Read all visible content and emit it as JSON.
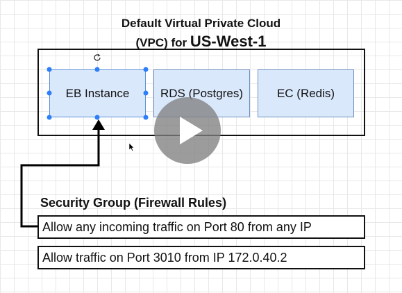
{
  "diagram": {
    "title_line1": "Default Virtual Private Cloud",
    "title_line2_prefix": "(VPC) for ",
    "title_line2_region": "US-West-1",
    "services": {
      "eb": "EB Instance",
      "rds": "RDS (Postgres)",
      "ec": "EC (Redis)"
    },
    "security_group": {
      "heading": "Security Group (Firewall Rules)",
      "rules": [
        "Allow any incoming traffic on Port 80 from any IP",
        "Allow traffic on Port 3010 from IP 172.0.40.2"
      ]
    }
  },
  "colors": {
    "service_fill": "#dae8fc",
    "service_border": "#6c8ebf",
    "selection": "#2d7ff9",
    "play_overlay": "#808080"
  },
  "icons": {
    "rotate": "rotate-icon",
    "play": "play-icon",
    "cursor": "mouse-cursor-icon"
  }
}
